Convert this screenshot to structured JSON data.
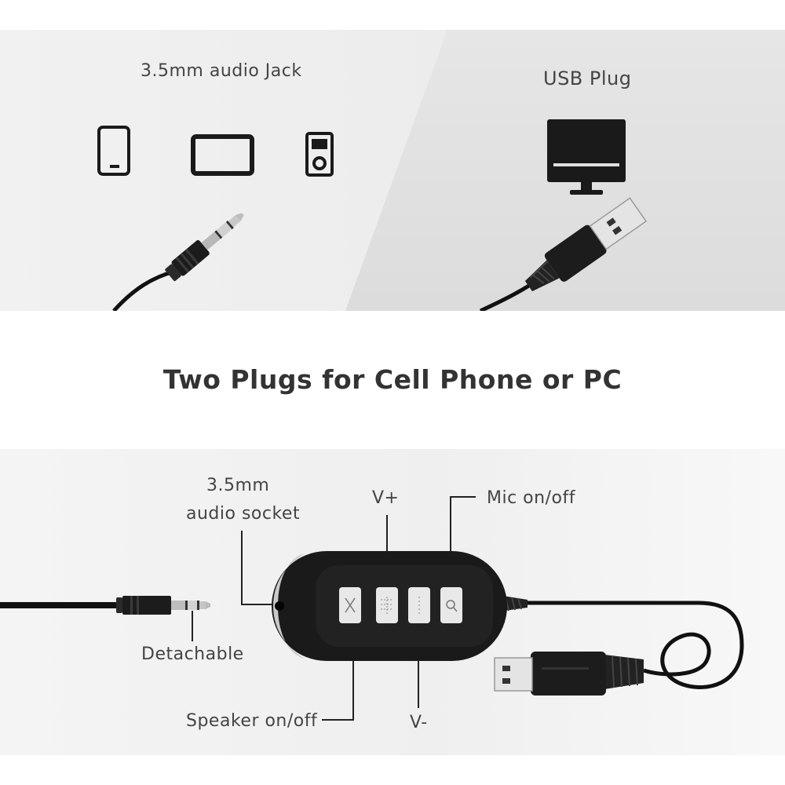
{
  "top": {
    "jack_label": "3.5mm audio Jack",
    "usb_label": "USB Plug",
    "devices": [
      "phone-icon",
      "tablet-icon",
      "music-player-icon"
    ],
    "pc_icon": "monitor-icon"
  },
  "headline": "Two Plugs for Cell Phone or PC",
  "controller": {
    "socket_label_line1": "3.5mm",
    "socket_label_line2": "audio socket",
    "vol_up_label": "V+",
    "mic_label": "Mic on/off",
    "detachable_label": "Detachable",
    "speaker_label": "Speaker on/off",
    "vol_down_label": "V-"
  },
  "colors": {
    "plug_dark": "#1c1c1c",
    "cable": "#111111",
    "button_face": "#e8e8e8"
  }
}
